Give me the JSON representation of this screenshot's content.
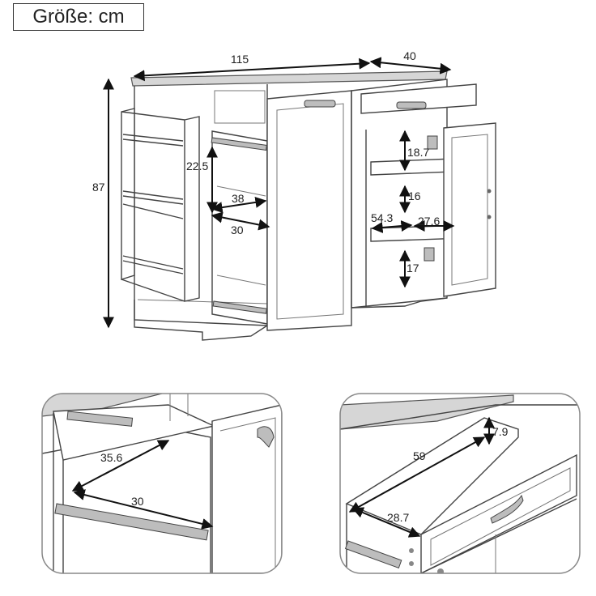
{
  "title": "Größe: cm",
  "main_view": {
    "dimensions": {
      "width": "115",
      "depth": "40",
      "height": "87",
      "shelf_spacing": "22.5",
      "drawer_inner_depth": "38",
      "drawer_inner_width": "30",
      "cabinet_upper_height": "18.7",
      "cabinet_middle_height": "16",
      "cabinet_lower_height": "17",
      "cabinet_shelf_width": "54.3",
      "cabinet_shelf_depth": "27.6"
    }
  },
  "detail_left": {
    "dimensions": {
      "drawer_depth": "35.6",
      "drawer_width": "30"
    }
  },
  "detail_right": {
    "dimensions": {
      "drawer_height": "7.9",
      "drawer_length": "59",
      "drawer_width": "28.7"
    }
  }
}
